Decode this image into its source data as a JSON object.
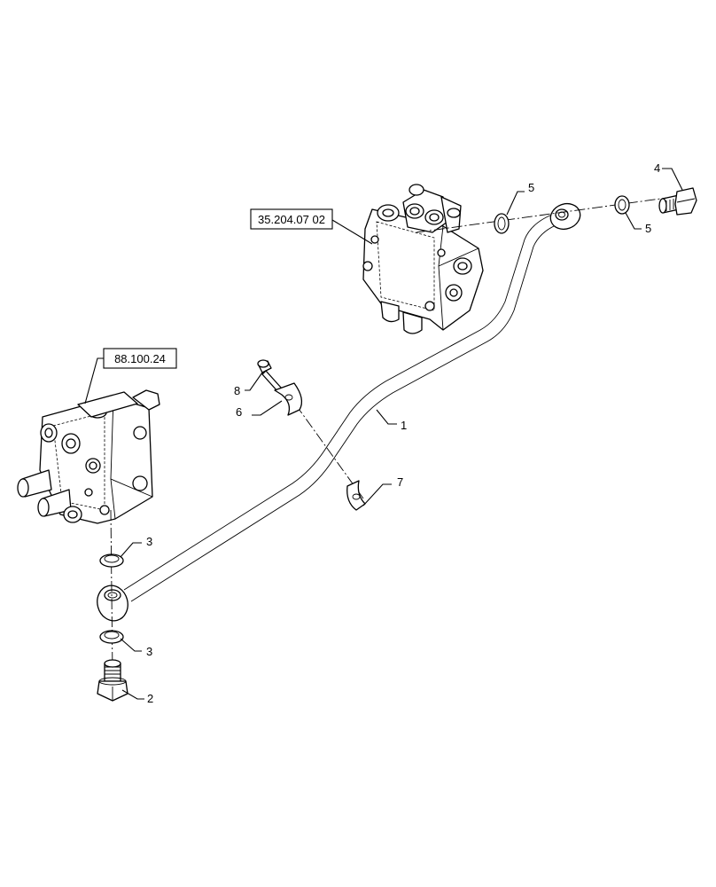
{
  "references": {
    "upper_valve": "35.204.07 02",
    "lower_valve": "88.100.24"
  },
  "callouts": {
    "pipe": "1",
    "banjo_bolt": "2",
    "lower_seal_top": "3",
    "lower_seal_bottom": "3",
    "upper_plug": "4",
    "upper_seal_left": "5",
    "upper_seal_right": "5",
    "clamp_upper": "6",
    "clamp_lower": "7",
    "clamp_bolt": "8"
  }
}
